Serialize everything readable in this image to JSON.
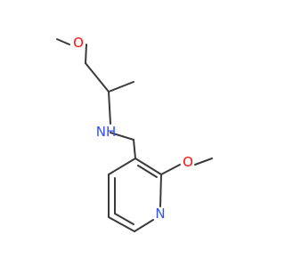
{
  "molecule": {
    "labels": {
      "ether_oxygen_top": "O",
      "amine": "NH",
      "ether_oxygen_ring": "O",
      "ring_nitrogen": "N"
    },
    "colors": {
      "bond": "#3a3a3a",
      "oxygen": "#ff0d0d",
      "nitrogen": "#3050f8",
      "background": "#ffffff"
    }
  }
}
